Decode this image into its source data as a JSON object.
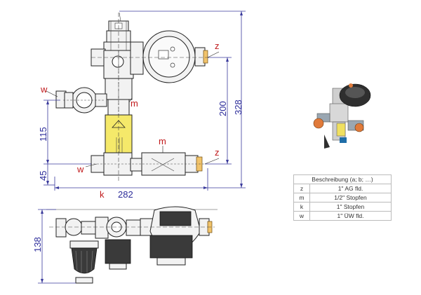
{
  "dimensions": {
    "d282": "282",
    "d328": "328",
    "d200": "200",
    "d115": "115",
    "d45": "45",
    "d138": "138"
  },
  "labels": {
    "z_top": "z",
    "z_bottom": "z",
    "w_top": "w",
    "w_bottom": "w",
    "m_top": "m",
    "m_bottom": "m",
    "k": "k"
  },
  "legend": {
    "header": "Beschreibung (a; b; …)",
    "rows": [
      {
        "key": "z",
        "value": "1\" AG fld."
      },
      {
        "key": "m",
        "value": "1/2\" Stopfen"
      },
      {
        "key": "k",
        "value": "1\" Stopfen"
      },
      {
        "key": "w",
        "value": "1\" ÜW fld."
      }
    ]
  },
  "colors": {
    "dimension": "#2c2c9a",
    "label": "#c0191b",
    "yellow_label": "#f5e96a",
    "brass": "#e8a040"
  }
}
